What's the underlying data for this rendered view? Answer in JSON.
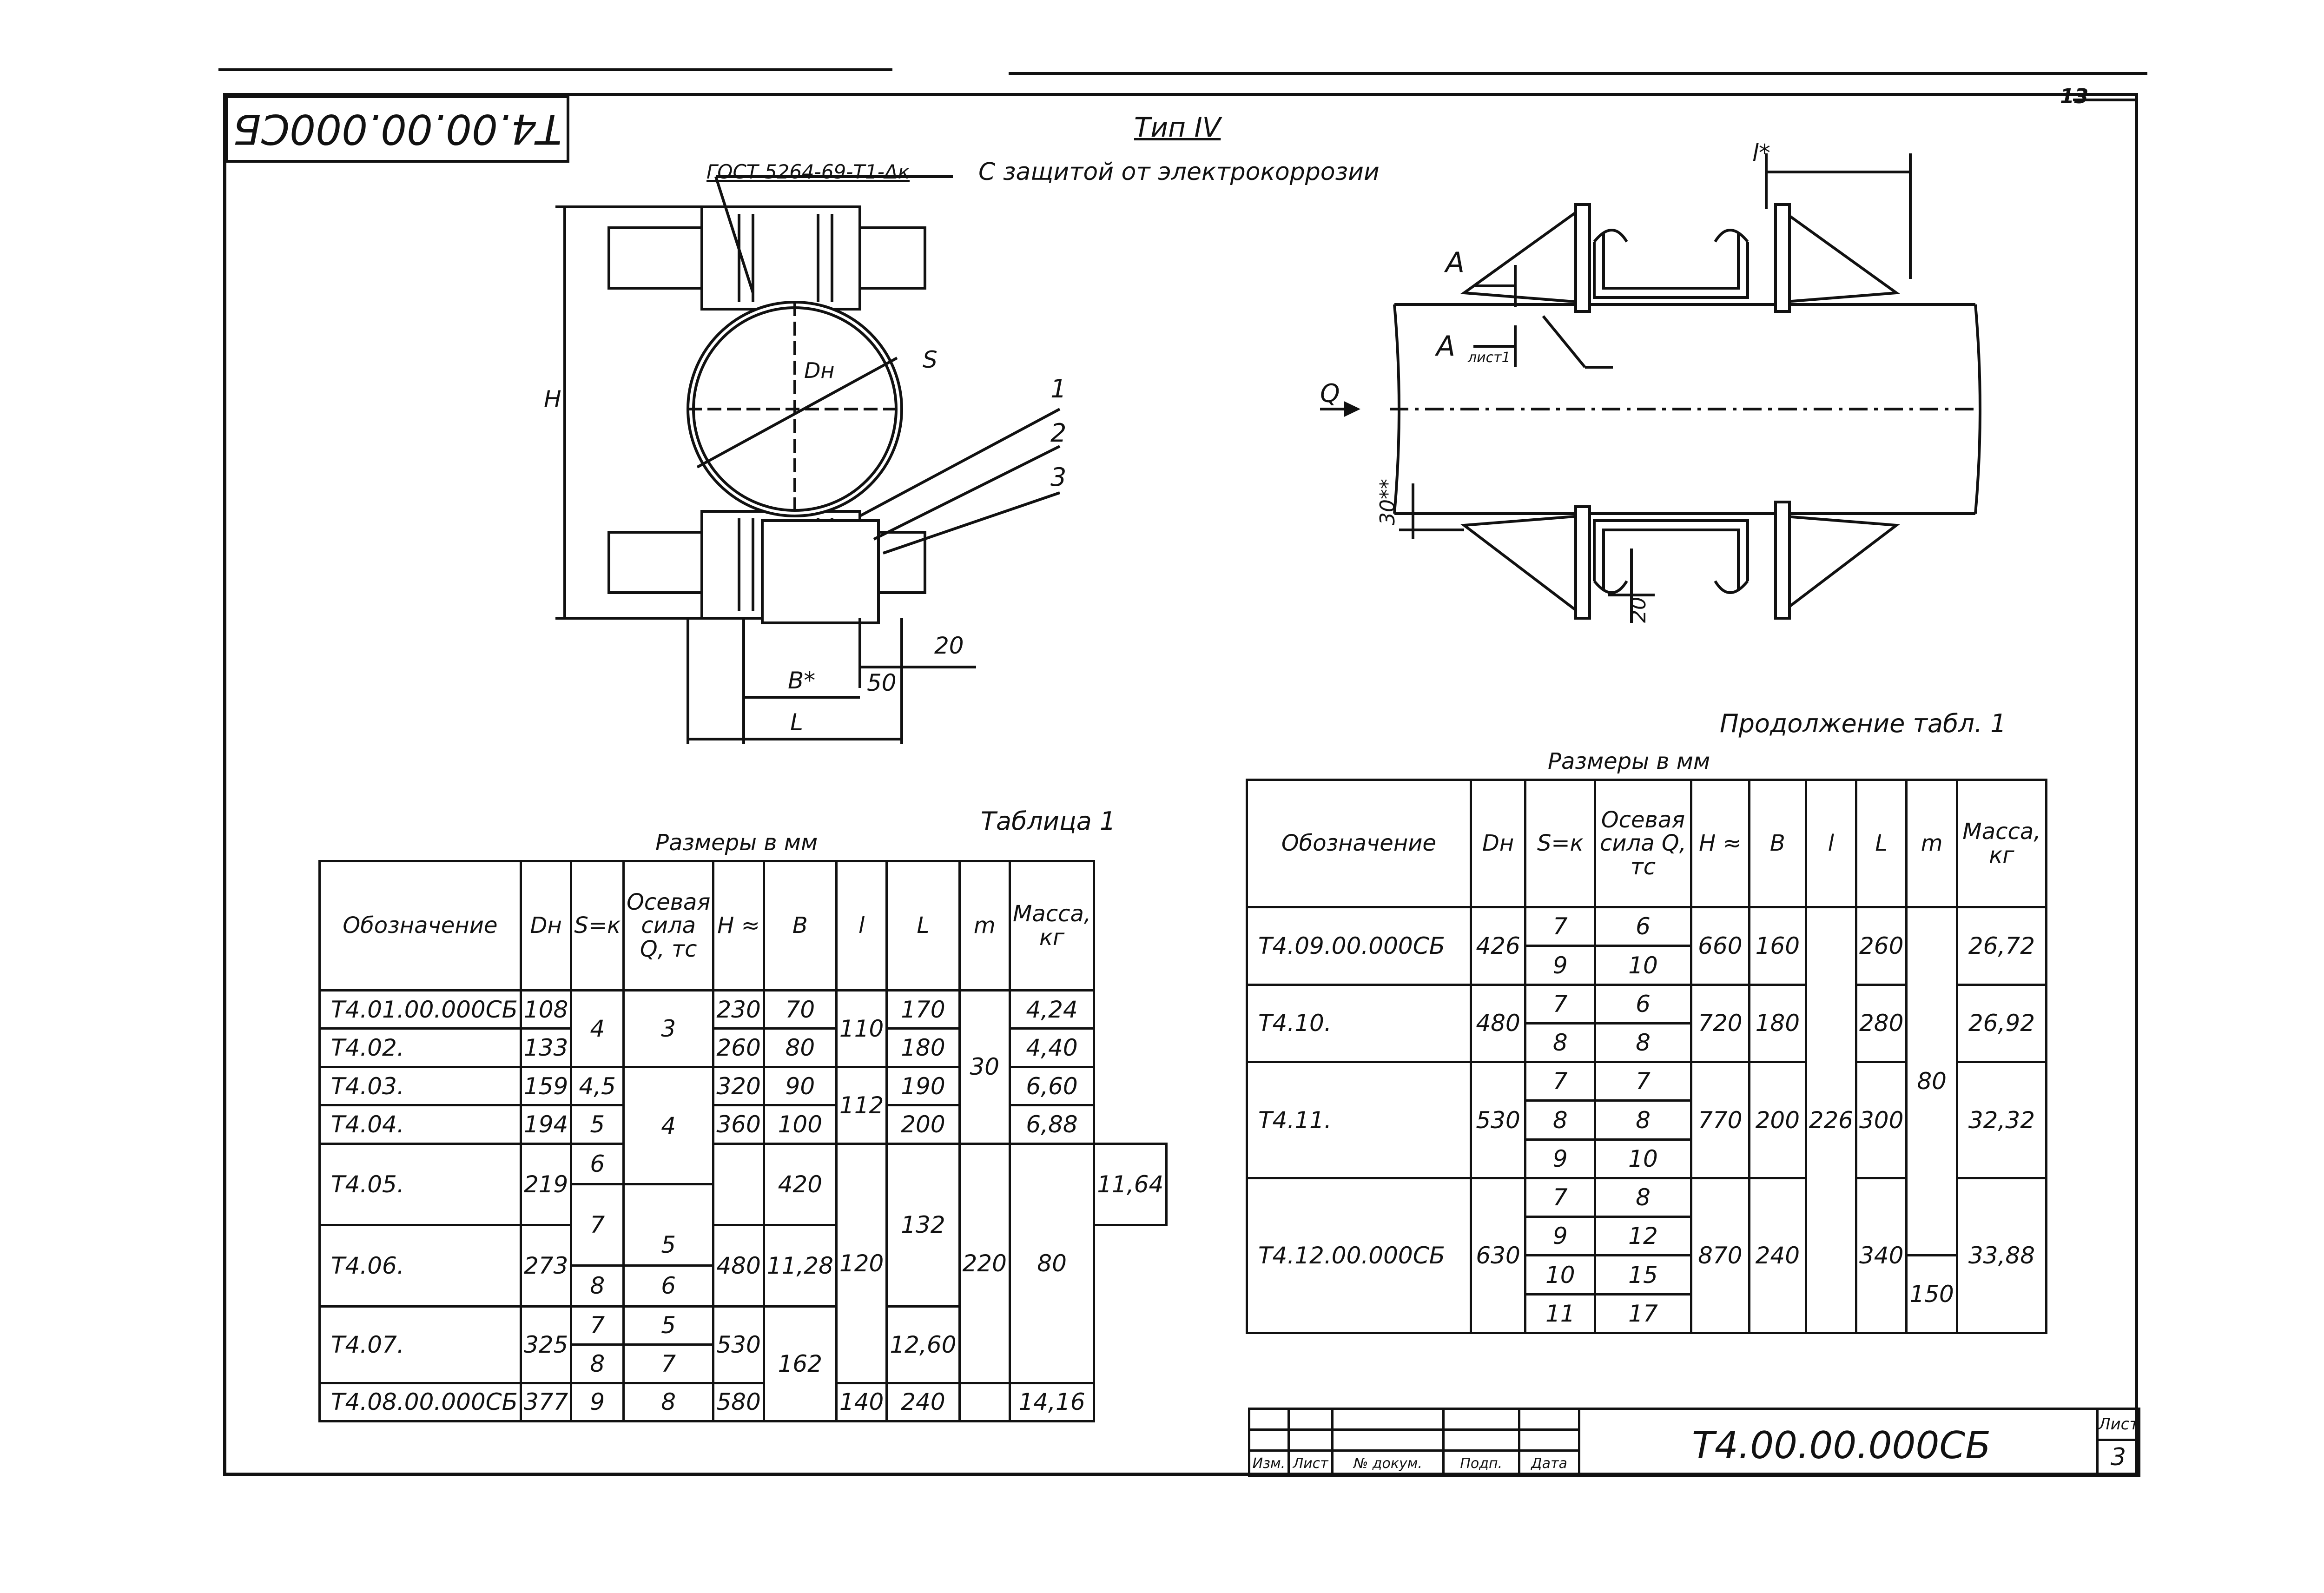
{
  "drawing": {
    "stamp_code_rotated": "Т4.00.00.000СБ",
    "sheet_number_top": "13",
    "type_title": "Тип IV",
    "standard_ref": "ГОСТ 5264-69-Т1-Δк",
    "protection_note": "С защитой от электрокоррозии",
    "left_view": {
      "dim_H": "H",
      "dim_Dn": "Dн",
      "dim_S": "S",
      "pos_1": "1",
      "pos_2": "2",
      "pos_3": "3",
      "dim_20": "20",
      "dim_50": "50",
      "dim_B": "B*",
      "dim_L": "L"
    },
    "right_view": {
      "dim_l": "l*",
      "section_A_top": "A",
      "section_A_bottom": "A",
      "section_A_sub": "лист1",
      "load_Q": "Q",
      "dim_30": "30**",
      "dim_20": "20"
    }
  },
  "table1": {
    "caption": "Таблица 1",
    "units": "Размеры в мм",
    "headers": {
      "designation": "Обозначение",
      "dn": "Dн",
      "sk": "S=к",
      "force": "Осевая сила Q, тс",
      "h": "H ≈",
      "b": "B",
      "l_small": "l",
      "l_big": "L",
      "m": "m",
      "mass": "Масса, кг"
    },
    "rows": [
      {
        "d": "Т4.01.00.000СБ",
        "dn": "108",
        "s": "4",
        "q": "3",
        "h": "230",
        "b": "70",
        "mass": "4,24"
      },
      {
        "d": "Т4.02.",
        "dn": "133",
        "h": "260",
        "b": "80",
        "mass": "4,40"
      },
      {
        "d": "Т4.03.",
        "dn": "159",
        "s": "4,5",
        "h": "320",
        "b": "90",
        "mass": "6,60"
      },
      {
        "d": "Т4.04.",
        "dn": "194",
        "s": "5",
        "h": "360",
        "b": "100",
        "mass": "6,88"
      },
      {
        "d": "Т4.05.",
        "dn": "219",
        "s": "6",
        "h": "420",
        "mass": "11,64"
      },
      {
        "d": "Т4.06.",
        "dn": "273",
        "s": "7",
        "q": "5",
        "h": "480",
        "b": "120",
        "mass": "11,28"
      },
      {
        "s2": "8",
        "q2": "6"
      },
      {
        "d": "Т4.07.",
        "dn": "325",
        "s": "7",
        "q": "5",
        "h": "530",
        "mass": "12,60"
      },
      {
        "s2": "8",
        "q2": "7"
      },
      {
        "d": "Т4.08.00.000СБ",
        "dn": "377",
        "s": "9",
        "q": "8",
        "h": "580",
        "b": "140",
        "mass": "14,16"
      }
    ],
    "force_q_4": "4",
    "l_values": [
      "110",
      "112",
      "132",
      "162"
    ],
    "L_values": [
      "170",
      "180",
      "190",
      "200",
      "220",
      "240"
    ],
    "m_values": [
      "30",
      "80"
    ]
  },
  "table2": {
    "caption": "Продолжение табл. 1",
    "units": "Размеры в мм",
    "rows": [
      {
        "d": "Т4.09.00.000СБ",
        "dn": "426",
        "s": [
          "7",
          "9"
        ],
        "q": [
          "6",
          "10"
        ],
        "h": "660",
        "b": "160",
        "L": "260",
        "mass": "26,72"
      },
      {
        "d": "Т4.10.",
        "dn": "480",
        "s": [
          "7",
          "8"
        ],
        "q": [
          "6",
          "8"
        ],
        "h": "720",
        "b": "180",
        "L": "280",
        "mass": "26,92"
      },
      {
        "d": "Т4.11.",
        "dn": "530",
        "s": [
          "7",
          "8",
          "9"
        ],
        "q": [
          "7",
          "8",
          "10"
        ],
        "h": "770",
        "b": "200",
        "L": "300",
        "mass": "32,32"
      },
      {
        "d": "Т4.12.00.000СБ",
        "dn": "630",
        "s": [
          "7",
          "9",
          "10",
          "11"
        ],
        "q": [
          "8",
          "12",
          "15",
          "17"
        ],
        "h": "870",
        "b": "240",
        "L": "340",
        "m": "150",
        "mass": "33,88"
      }
    ],
    "l_value": "226",
    "m_value": "80"
  },
  "title_block": {
    "document_code": "Т4.00.00.000СБ",
    "cols": [
      "Изм.",
      "Лист",
      "№ докум.",
      "Подп.",
      "Дата"
    ],
    "sheet_label": "Лист",
    "sheet_value": "3"
  }
}
